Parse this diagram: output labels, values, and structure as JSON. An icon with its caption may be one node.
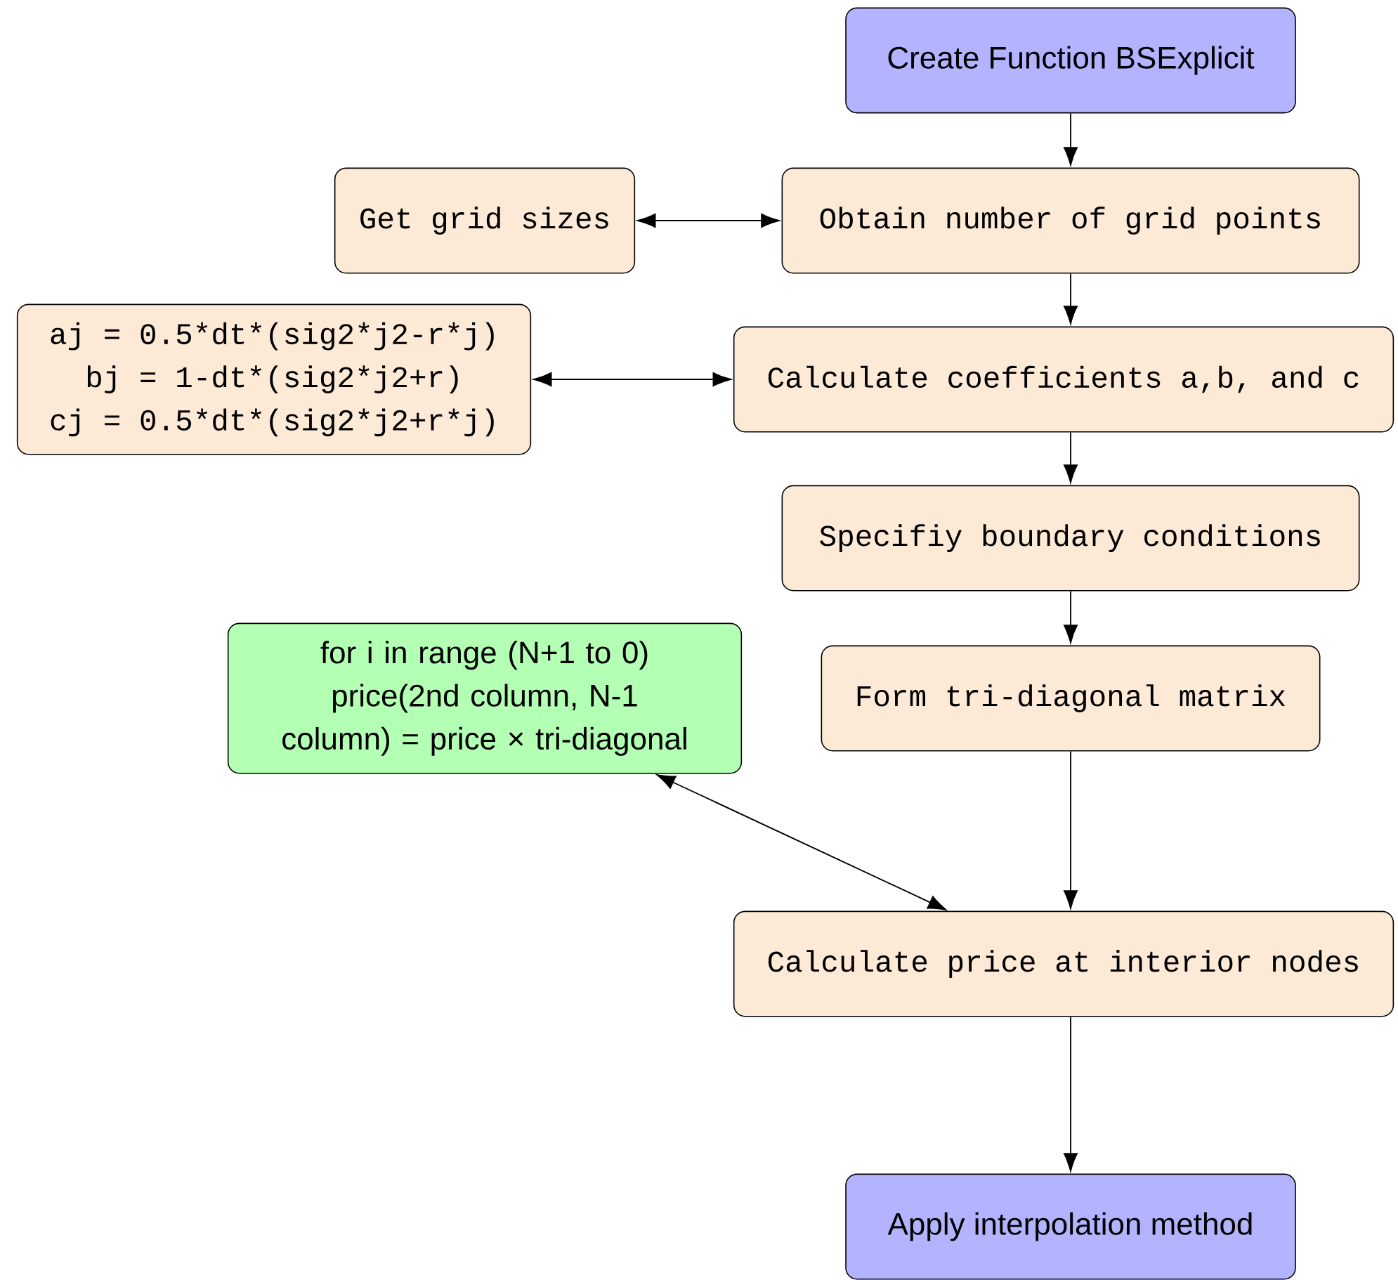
{
  "diagram": {
    "nodes": [
      {
        "text": [
          "Create Function BSExplicit"
        ]
      },
      {
        "text": [
          "Get grid sizes"
        ]
      },
      {
        "text": [
          "Obtain number of grid points"
        ]
      },
      {
        "text": [
          "aj = 0.5*dt*(sig2*j2-r*j)",
          "bj = 1-dt*(sig2*j2+r)",
          "cj = 0.5*dt*(sig2*j2+r*j)"
        ]
      },
      {
        "text": [
          "Calculate coefficients a,b, and c"
        ]
      },
      {
        "text": [
          "Specifiy boundary conditions"
        ]
      },
      {
        "text": [
          "for i in range (N+1 to 0) price(2nd column, N-1 column) = price × tri-diagonal"
        ]
      },
      {
        "text": [
          "Form tri-diagonal matrix"
        ]
      },
      {
        "text": [
          "Calculate price at interior nodes"
        ]
      },
      {
        "text": [
          "Apply interpolation method"
        ]
      }
    ],
    "edges": [
      {
        "from": 0,
        "to": 2,
        "arrow": "to"
      },
      {
        "from": 1,
        "to": 2,
        "arrow": "both"
      },
      {
        "from": 2,
        "to": 4,
        "arrow": "to"
      },
      {
        "from": 3,
        "to": 4,
        "arrow": "both"
      },
      {
        "from": 4,
        "to": 5,
        "arrow": "to"
      },
      {
        "from": 5,
        "to": 7,
        "arrow": "to"
      },
      {
        "from": 7,
        "to": 8,
        "arrow": "to"
      },
      {
        "from": 6,
        "to": 8,
        "arrow": "both"
      },
      {
        "from": 8,
        "to": 9,
        "arrow": "to"
      }
    ]
  }
}
